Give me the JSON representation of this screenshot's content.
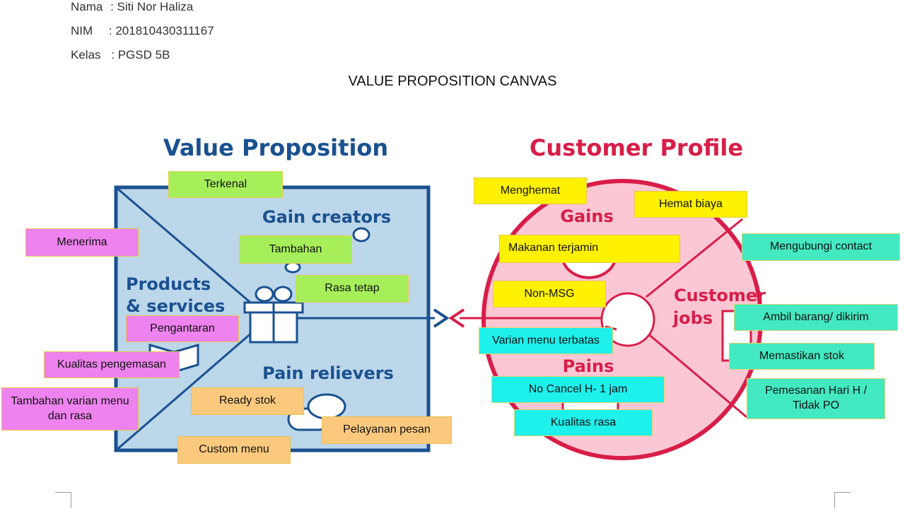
{
  "header": {
    "name_label": "Nama",
    "name_value": ": Siti Nor Haliza",
    "nim_label": "NIM",
    "nim_value": ": 201810430311167",
    "kelas_label": "Kelas",
    "kelas_value": ": PGSD 5B"
  },
  "document_title": "VALUE PROPOSITION CANVAS",
  "canvas": {
    "value_proposition": {
      "title": "Value Proposition",
      "gain_creators": "Gain creators",
      "products_line1": "Products",
      "products_line2": "& services",
      "pain_relievers": "Pain relievers",
      "color": "#1a5190"
    },
    "customer_profile": {
      "title": "Customer Profile",
      "gains": "Gains",
      "jobs_line1": "Customer",
      "jobs_line2": "jobs",
      "pains": "Pains",
      "color": "#d81e48"
    }
  },
  "notes": {
    "terkenal": "Terkenal",
    "menerima": "Menerima",
    "tambahan": "Tambahan",
    "rasa_tetap": "Rasa tetap",
    "pengantaran": "Pengantaran",
    "kualitas_pengemasan": "Kualitas pengemasan",
    "tambahan_varian": "Tambahan varian menu dan rasa",
    "ready_stok": "Ready stok",
    "pelayanan_pesan": "Pelayanan pesan",
    "custom_menu": "Custom menu",
    "menghemat": "Menghemat",
    "hemat_biaya": "Hemat biaya",
    "makanan_terjamin": "Makanan terjamin",
    "non_msg": "Non-MSG",
    "varian_menu_terbatas": "Varian menu terbatas",
    "no_cancel": "No Cancel H- 1 jam",
    "kualitas_rasa": "Kualitas rasa",
    "mengubungi_contact": "Mengubungi contact",
    "ambil_barang": "Ambil barang/ dikirim",
    "memastikan_stok": "Memastikan stok",
    "pemesanan_hari_h": "Pemesanan Hari H / Tidak PO"
  }
}
